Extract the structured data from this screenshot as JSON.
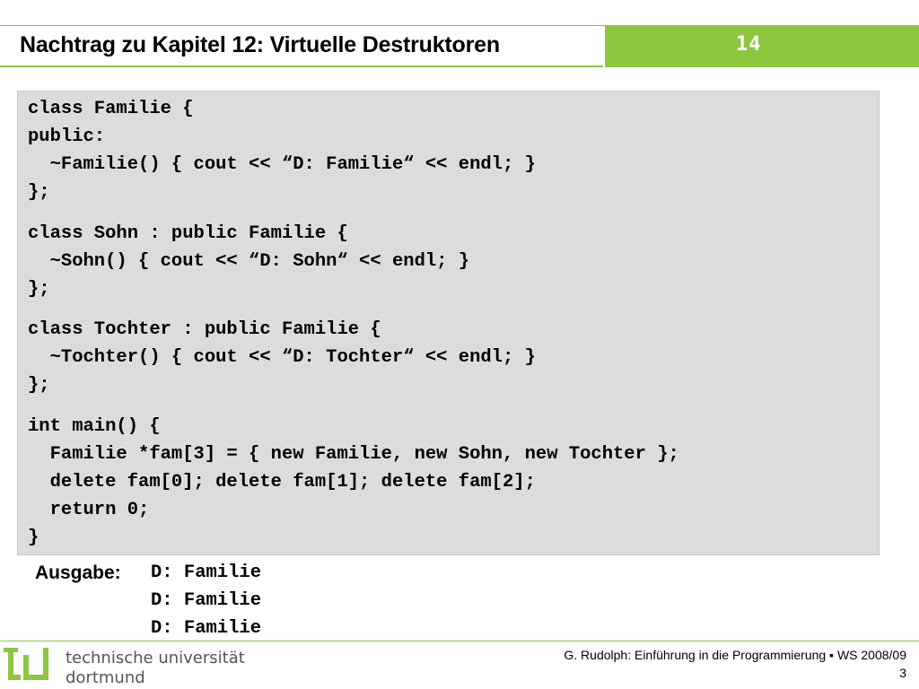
{
  "header": {
    "title": "Nachtrag zu Kapitel 12: Virtuelle Destruktoren",
    "slide_number": "14"
  },
  "code": {
    "lines": [
      "class Familie {",
      "public:",
      "  ~Familie() { cout << “D: Familie“ << endl; }",
      "};",
      "class Sohn : public Familie {",
      "  ~Sohn() { cout << “D: Sohn“ << endl; }",
      "};",
      "class Tochter : public Familie {",
      "  ~Tochter() { cout << “D: Tochter“ << endl; }",
      "};",
      "int main() {",
      "  Familie *fam[3] = { new Familie, new Sohn, new Tochter };",
      "  delete fam[0]; delete fam[1]; delete fam[2];",
      "  return 0;",
      "}"
    ]
  },
  "output": {
    "label": "Ausgabe:",
    "lines": [
      "D: Familie",
      "D: Familie",
      "D: Familie"
    ]
  },
  "footer": {
    "university_line1": "technische universität",
    "university_line2": "dortmund",
    "credit": "G. Rudolph: Einführung in die Programmierung ▪ WS 2008/09",
    "page": "3"
  },
  "colors": {
    "accent_green": "#8dc63f",
    "code_background": "#dcdcdc"
  },
  "icons": {
    "logo": "tu-logo-icon"
  }
}
